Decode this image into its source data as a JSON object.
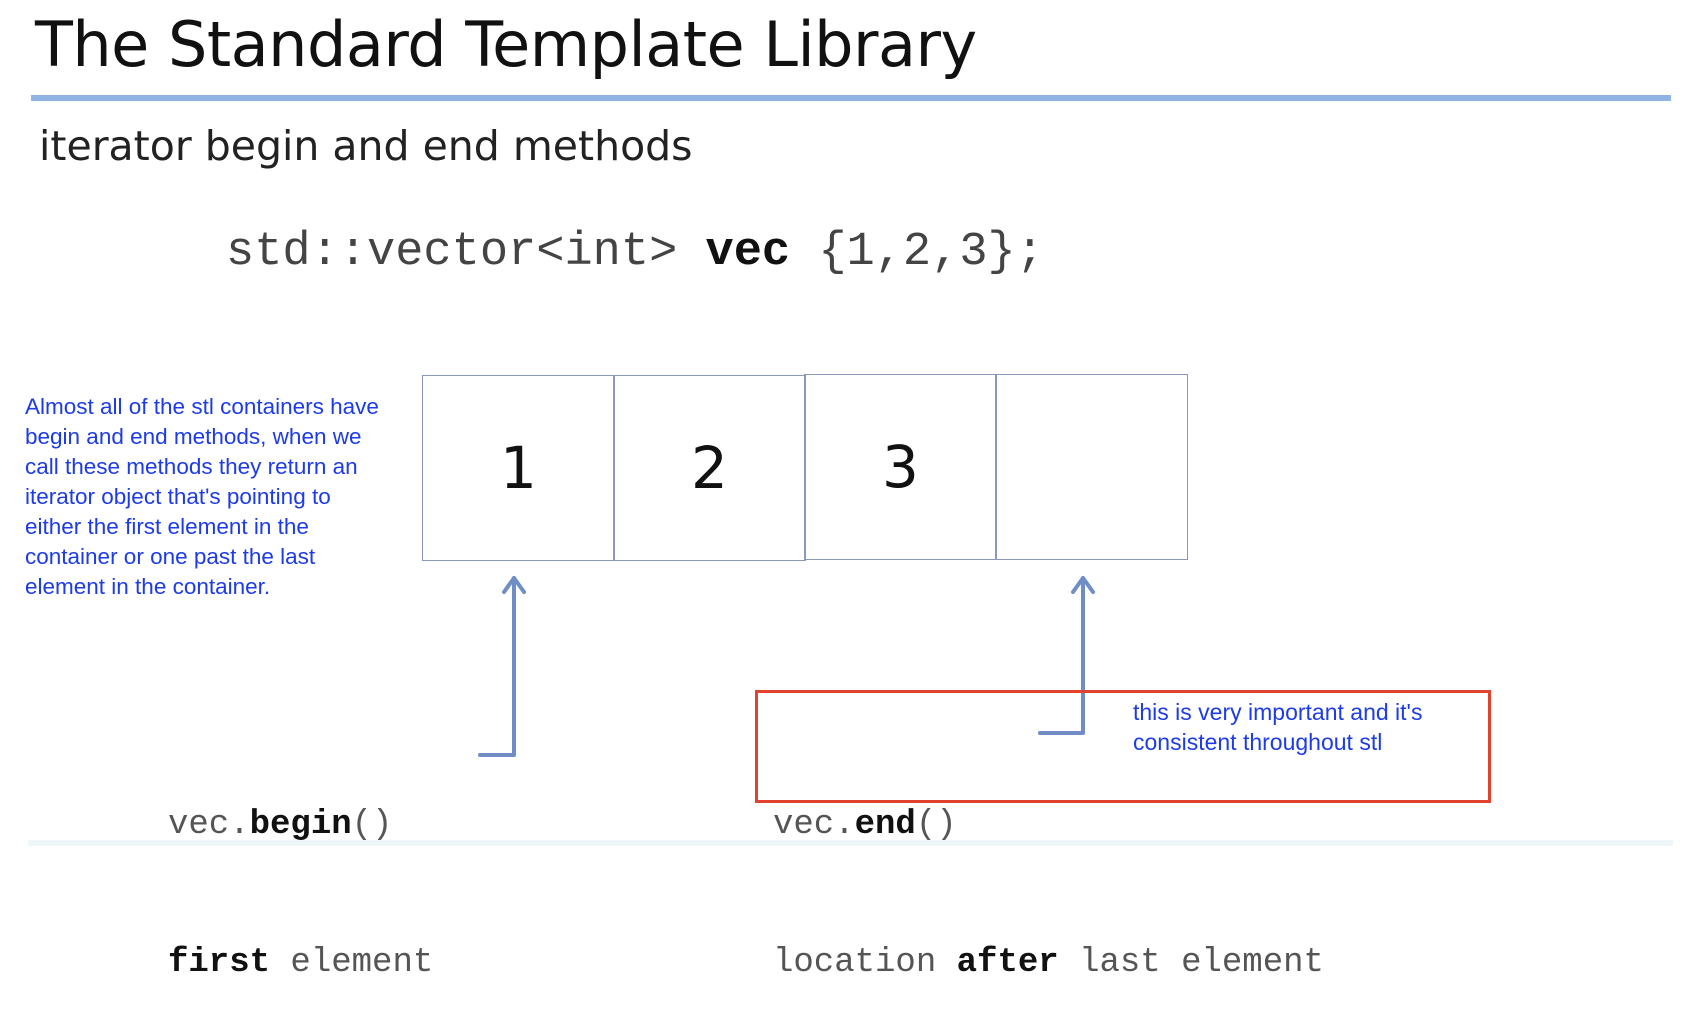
{
  "slide": {
    "title": "The Standard Template Library",
    "subtitle": "iterator begin and end methods"
  },
  "declaration": {
    "prefix": "std::vector<int> ",
    "name": "vec",
    "suffix": " {1,2,3};"
  },
  "array": {
    "cells": [
      "1",
      "2",
      "3",
      ""
    ]
  },
  "begin": {
    "obj": "vec.",
    "method": "begin",
    "parens": "()",
    "desc_bold": "first",
    "desc_rest": " element"
  },
  "end": {
    "obj": "vec.",
    "method": "end",
    "parens": "()",
    "desc_pre": "location ",
    "desc_bold": "after",
    "desc_post": " last element"
  },
  "annotations": {
    "left": "Almost all of the stl containers have begin and end methods, when we call these methods they return an iterator object that's pointing to either the first element in the container or one past the last element in the container.",
    "right": "this is very important and it's consistent throughout stl"
  },
  "colors": {
    "accent_rule": "#8fb3e3",
    "arrow": "#6f8dc7",
    "annotation_text": "#1d3be8",
    "highlight_border": "#e2432e"
  }
}
